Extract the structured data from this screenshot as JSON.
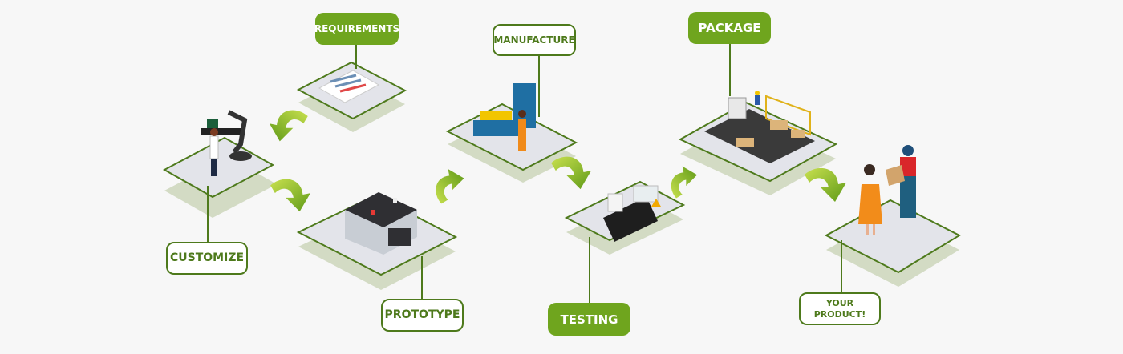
{
  "diagram": {
    "title": "Product development process",
    "flow": "left-to-right",
    "colors": {
      "background": "#f7f7f7",
      "accent_green": "#6fa51e",
      "dark_green": "#4e7a1c",
      "arrow_light": "#b4d64a",
      "platform": "#e3e4ea",
      "platform_shadow": "#c9d3b6"
    },
    "steps": [
      {
        "id": "customize",
        "label": "CUSTOMIZE",
        "style": "outlined",
        "illustration": "engineer-with-robot-arm"
      },
      {
        "id": "requirements",
        "label": "REQUIREMENTS",
        "style": "filled",
        "illustration": "documents-with-pencil"
      },
      {
        "id": "prototype",
        "label": "PROTOTYPE",
        "style": "outlined",
        "illustration": "battery"
      },
      {
        "id": "manufacture",
        "label": "MANUFACTURE",
        "style": "outlined",
        "illustration": "worker-at-lathe"
      },
      {
        "id": "testing",
        "label": "TESTING",
        "style": "filled",
        "illustration": "testing-machine"
      },
      {
        "id": "package",
        "label": "PACKAGE",
        "style": "filled",
        "illustration": "packaging-warehouse"
      },
      {
        "id": "your-product",
        "label_lines": [
          "YOUR",
          "PRODUCT!"
        ],
        "style": "outlined",
        "illustration": "courier-delivering-box"
      }
    ],
    "arrows": [
      {
        "from": "requirements",
        "to": "customize",
        "direction": "down-left"
      },
      {
        "from": "customize",
        "to": "prototype",
        "direction": "down-right"
      },
      {
        "from": "prototype",
        "to": "manufacture",
        "direction": "up-right"
      },
      {
        "from": "manufacture",
        "to": "testing",
        "direction": "down-right"
      },
      {
        "from": "testing",
        "to": "package",
        "direction": "up-right"
      },
      {
        "from": "package",
        "to": "your-product",
        "direction": "down-right"
      }
    ]
  }
}
